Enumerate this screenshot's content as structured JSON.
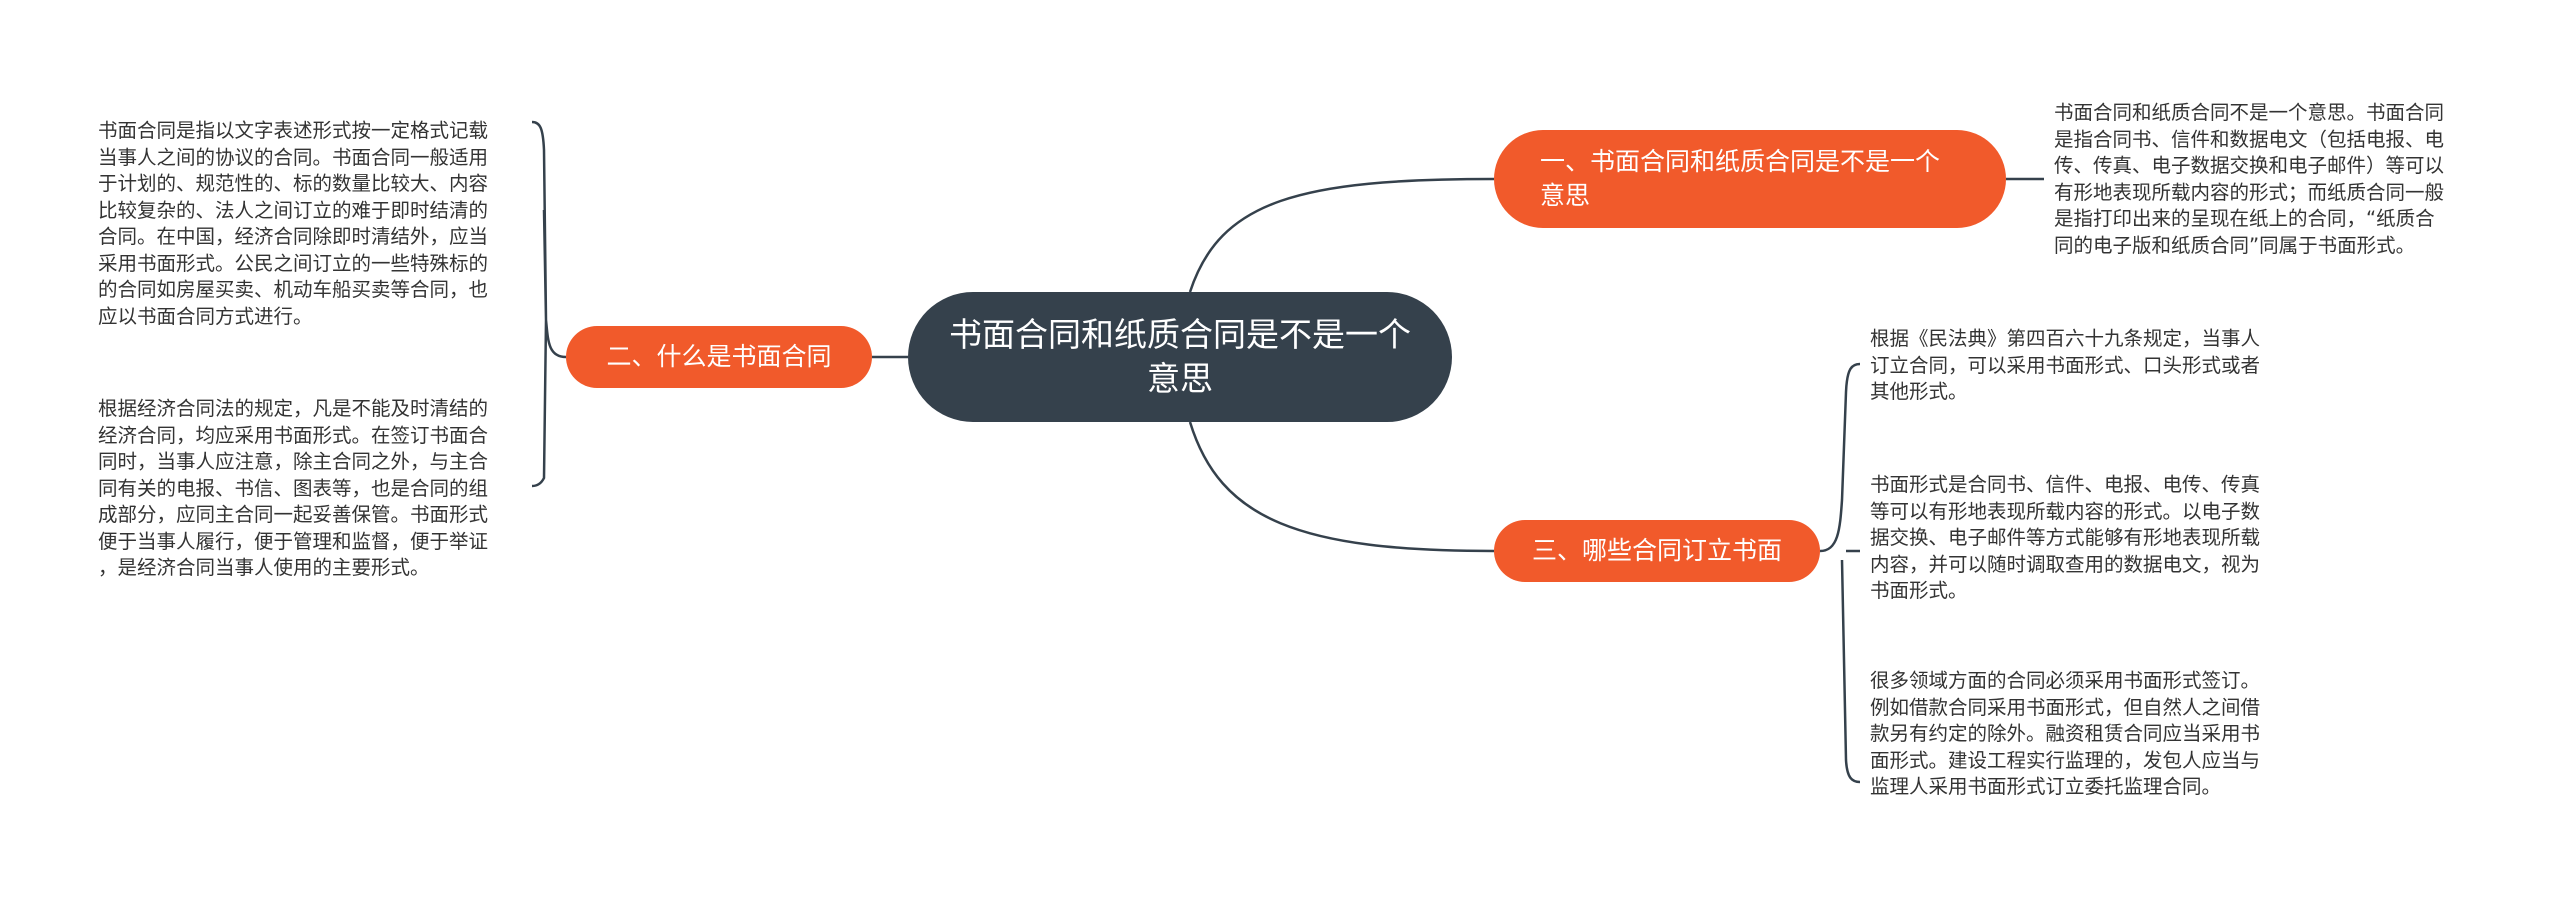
{
  "center": {
    "label": "书面合同和纸质合同是不是一个意思"
  },
  "branches": [
    {
      "label": "一、书面合同和纸质合同是不是一个意思",
      "leaves": [
        "书面合同和纸质合同不是一个意思。书面合同\n是指合同书、信件和数据电文（包括电报、电\n传、传真、电子数据交换和电子邮件）等可以\n有形地表现所载内容的形式；而纸质合同一般\n是指打印出来的呈现在纸上的合同，“纸质合\n同的电子版和纸质合同”同属于书面形式。"
      ]
    },
    {
      "label": "二、什么是书面合同",
      "leaves": [
        "书面合同是指以文字表述形式按一定格式记载\n当事人之间的协议的合同。书面合同一般适用\n于计划的、规范性的、标的数量比较大、内容\n比较复杂的、法人之间订立的难于即时结清的\n合同。在中国，经济合同除即时清结外，应当\n采用书面形式。公民之间订立的一些特殊标的\n的合同如房屋买卖、机动车船买卖等合同，也\n应以书面合同方式进行。",
        "根据经济合同法的规定，凡是不能及时清结的\n经济合同，均应采用书面形式。在签订书面合\n同时，当事人应注意，除主合同之外，与主合\n同有关的电报、书信、图表等，也是合同的组\n成部分，应同主合同一起妥善保管。书面形式\n便于当事人履行，便于管理和监督，便于举证\n，是经济合同当事人使用的主要形式。"
      ]
    },
    {
      "label": "三、哪些合同订立书面",
      "leaves": [
        "根据《民法典》第四百六十九条规定，当事人\n订立合同，可以采用书面形式、口头形式或者\n其他形式。",
        "书面形式是合同书、信件、电报、电传、传真\n等可以有形地表现所载内容的形式。以电子数\n据交换、电子邮件等方式能够有形地表现所载\n内容，并可以随时调取查用的数据电文，视为\n书面形式。",
        "很多领域方面的合同必须采用书面形式签订。\n例如借款合同采用书面形式，但自然人之间借\n款另有约定的除外。融资租赁合同应当采用书\n面形式。建设工程实行监理的，发包人应当与\n监理人采用书面形式订立委托监理合同。"
      ]
    }
  ],
  "colors": {
    "center_fill": "#35414c",
    "branch_fill": "#f15a2b",
    "link": "#35414c",
    "leaf_text": "#333333"
  }
}
